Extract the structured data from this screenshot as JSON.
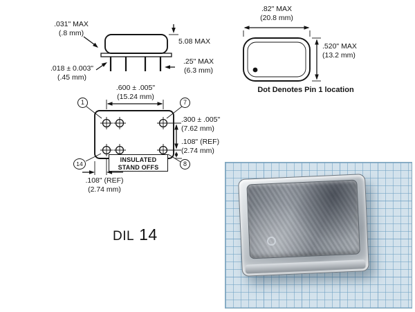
{
  "colors": {
    "line": "#141414",
    "photo_bg": "#d3e2ec",
    "photo_grid": "#6ea0c3"
  },
  "side_view": {
    "standoff": ".031\" MAX",
    "standoff_mm": "(.8 mm)",
    "height": "5.08 MAX",
    "lead_length": ".25\" MAX",
    "lead_length_mm": "(6.3 mm)",
    "lead_dia": ".018 ± 0.003\"",
    "lead_dia_mm": "(.45 mm)"
  },
  "top_view": {
    "width": ".82\" MAX",
    "width_mm": "(20.8 mm)",
    "height": ".520\" MAX",
    "height_mm": "(13.2 mm)",
    "note": "Dot Denotes Pin 1 location"
  },
  "bottom_view": {
    "pitch": ".600 ± .005\"",
    "pitch_mm": "(15.24 mm)",
    "row_spacing": ".300 ± .005\"",
    "row_spacing_mm": "(7.62 mm)",
    "ref_right": ".108\" (REF)",
    "ref_right_mm": "(2.74 mm)",
    "ref_bottom": ".108\" (REF)",
    "ref_bottom_mm": "(2.74 mm)",
    "pin1": "1",
    "pin7": "7",
    "pin8": "8",
    "pin14": "14",
    "standoffs_line1": "INSULATED",
    "standoffs_line2": "STAND OFFS"
  },
  "package": {
    "family": "DIL",
    "pins": "14"
  }
}
